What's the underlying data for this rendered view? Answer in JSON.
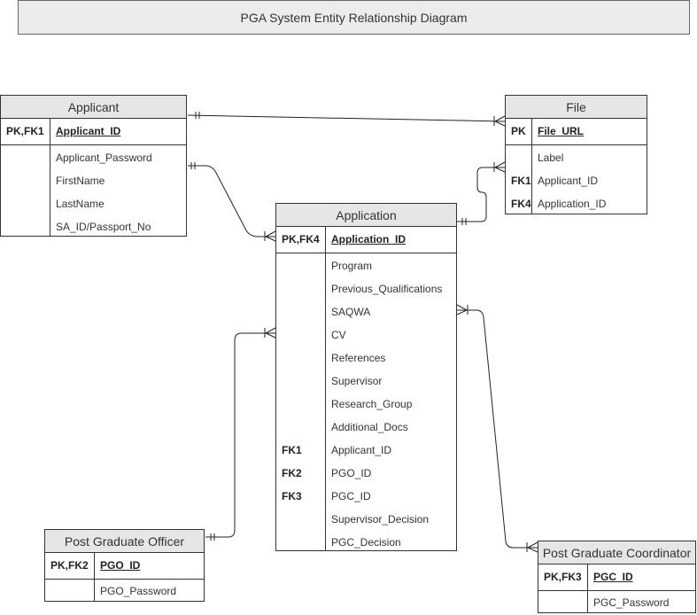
{
  "title": "PGA System Entity Relationship Diagram",
  "entities": {
    "applicant": {
      "name": "Applicant",
      "pk_key": "PK,FK1",
      "pk_field": "Applicant_ID",
      "attributes": [
        "Applicant_Password",
        "FirstName",
        "LastName",
        "SA_ID/Passport_No"
      ]
    },
    "file": {
      "name": "File",
      "pk_key": "PK",
      "pk_field": "File_URL",
      "attributes": [
        "Label",
        "Applicant_ID",
        "Application_ID"
      ],
      "attr_keys": [
        "",
        "FK1",
        "FK4"
      ]
    },
    "application": {
      "name": "Application",
      "pk_key": "PK,FK4",
      "pk_field": "Application_ID",
      "attributes": [
        "Program",
        "Previous_Qualifications",
        "SAQWA",
        "CV",
        "References",
        "Supervisor",
        "Research_Group",
        "Additional_Docs",
        "Applicant_ID",
        "PGO_ID",
        "PGC_ID",
        "Supervisor_Decision",
        "PGC_Decision"
      ],
      "attr_keys": [
        "",
        "",
        "",
        "",
        "",
        "",
        "",
        "",
        "FK1",
        "FK2",
        "FK3",
        "",
        ""
      ]
    },
    "pgo": {
      "name": "Post Graduate Officer",
      "pk_key": "PK,FK2",
      "pk_field": "PGO_ID",
      "attributes": [
        "PGO_Password"
      ]
    },
    "pgc": {
      "name": "Post Graduate Coordinator",
      "pk_key": "PK,FK3",
      "pk_field": "PGC_ID",
      "attributes": [
        "PGC_Password"
      ]
    }
  }
}
